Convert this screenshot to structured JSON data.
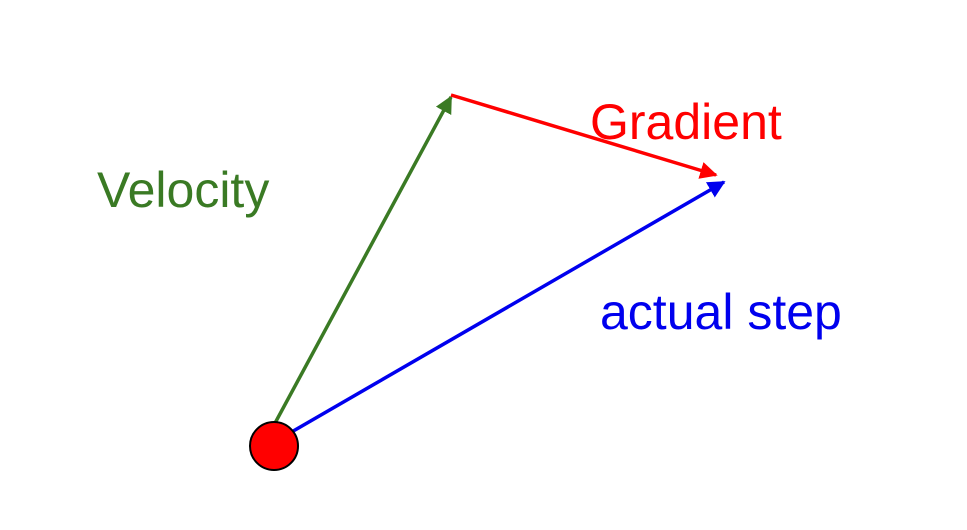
{
  "labels": {
    "velocity": "Velocity",
    "gradient": "Gradient",
    "actual_step": "actual step"
  },
  "colors": {
    "velocity": "#3a7a24",
    "gradient": "#ff0000",
    "actual_step": "#0000ee",
    "point_fill": "#ff0000",
    "point_stroke": "#000000",
    "background": "#ffffff"
  },
  "icons": {
    "start_point": "red-circle",
    "arrowheads": "triangle-arrowhead"
  }
}
